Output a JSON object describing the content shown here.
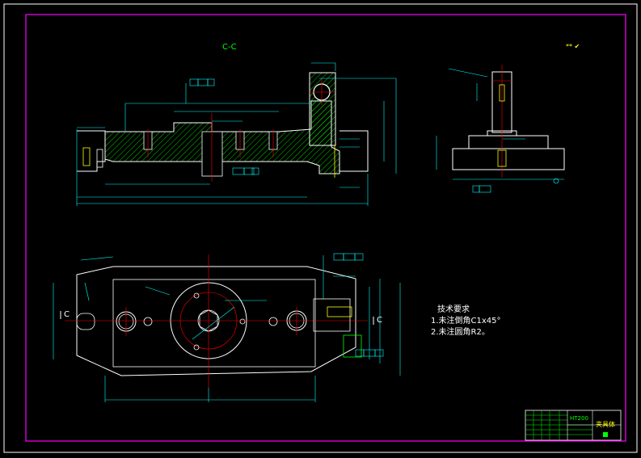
{
  "section_title": "C-C",
  "surface_roughness_note": "** ✔",
  "technical_requirements": {
    "heading": "技术要求",
    "items": [
      "1.未注倒角C1x45°",
      "2.未注圆角R2。"
    ]
  },
  "section_mark": "C",
  "title_block": {
    "material": "HT200",
    "part_name": "夹具体"
  },
  "colors": {
    "background": "#000000",
    "outline": "#ffffff",
    "dimension": "#00ffff",
    "centerline": "#ff0000",
    "hatch": "#00ff00",
    "frame": "#ff00ff",
    "highlight": "#ffff00",
    "hidden": "#ffff00"
  }
}
